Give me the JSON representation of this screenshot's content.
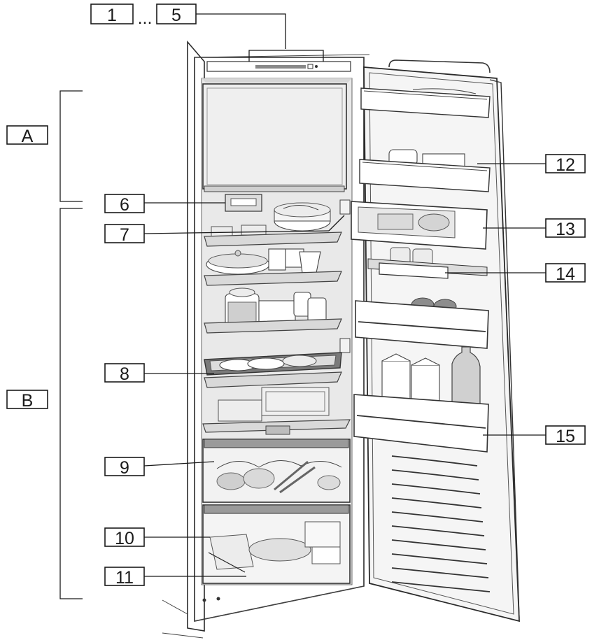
{
  "callouts": {
    "label_1": "1",
    "dots": "...",
    "label_5": "5",
    "label_A": "A",
    "label_B": "B",
    "label_6": "6",
    "label_7": "7",
    "label_8": "8",
    "label_9": "9",
    "label_10": "10",
    "label_11": "11",
    "label_12": "12",
    "label_13": "13",
    "label_14": "14",
    "label_15": "15"
  },
  "colors": {
    "line": "#1a1a1a",
    "shelf": "#d9d9d9",
    "interior": "#e6e6e6"
  }
}
